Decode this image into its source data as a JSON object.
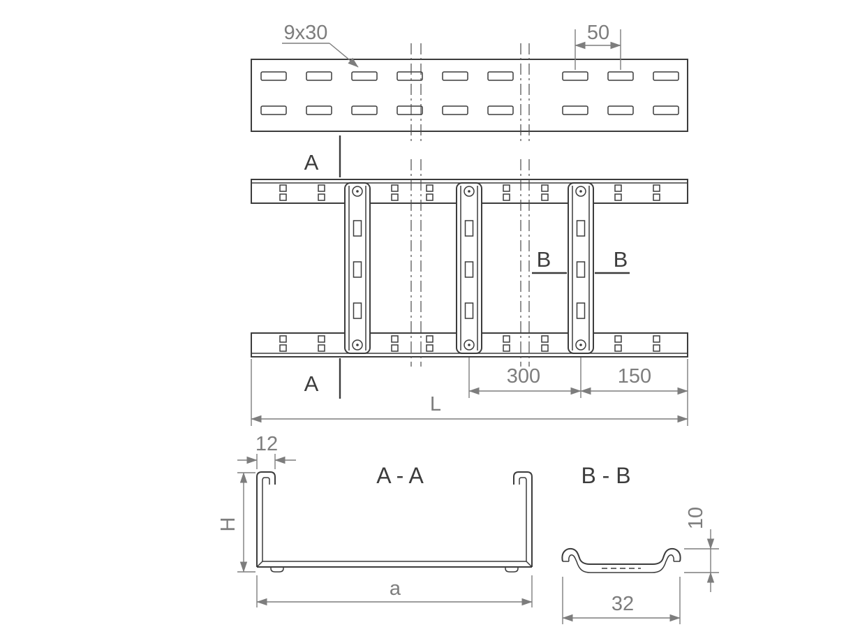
{
  "labels": {
    "slot_size": "9x30",
    "slot_pitch": "50",
    "section_a": "A",
    "section_b": "B",
    "dim_rung_spacing": "300",
    "dim_end_spacing": "150",
    "dim_length": "L",
    "section_aa_title": "A - A",
    "section_bb_title": "B - B",
    "dim_flange": "12",
    "dim_height": "H",
    "dim_width": "a",
    "dim_rung_height": "10",
    "dim_rung_width": "32"
  },
  "colors": {
    "line": "#3c3c3c",
    "dimension": "#7d7d7d",
    "background": "#ffffff"
  }
}
